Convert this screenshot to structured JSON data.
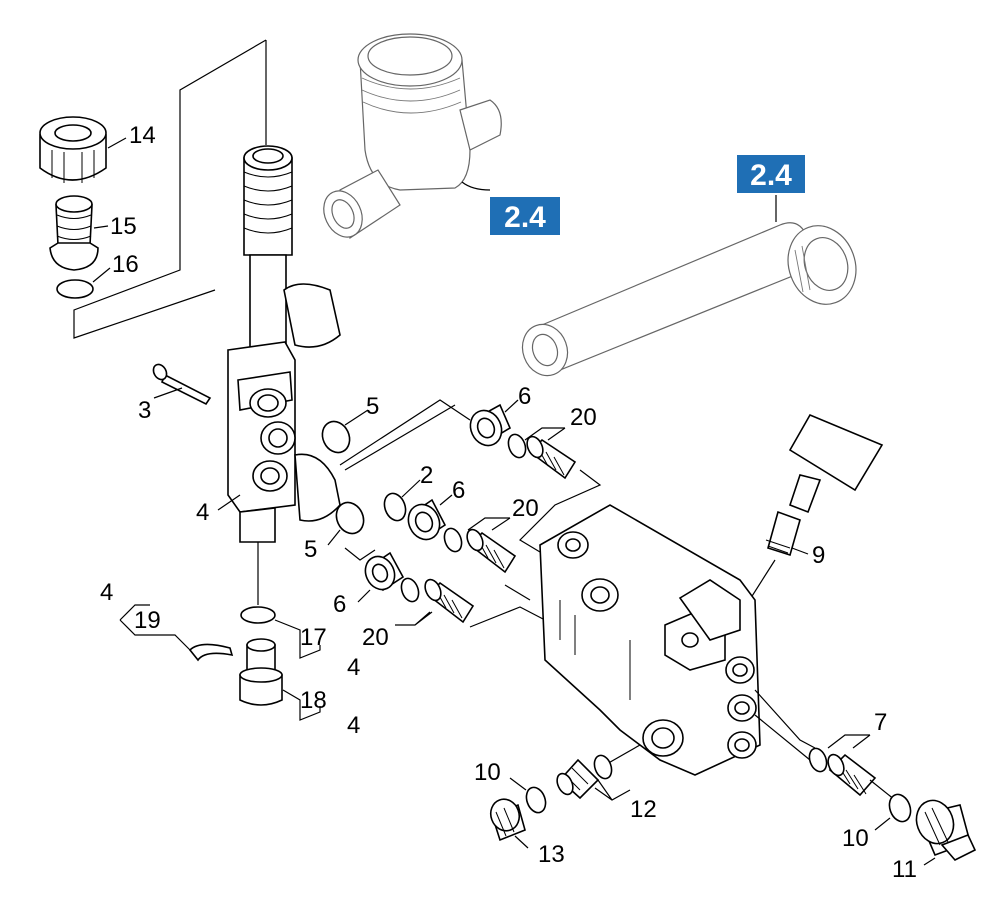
{
  "labels": {
    "l14": "14",
    "l15": "15",
    "l16": "16",
    "l3": "3",
    "l4a": "4",
    "l5a": "5",
    "l5b": "5",
    "l2": "2",
    "l6a": "6",
    "l6b": "6",
    "l6c": "6",
    "l20a": "20",
    "l20b": "20",
    "l20c": "20",
    "l9": "9",
    "l4b": "4",
    "l19": "19",
    "l17": "17",
    "l4c": "4",
    "l18": "18",
    "l4d": "4",
    "l7": "7",
    "l10a": "10",
    "l10b": "10",
    "l11": "11",
    "l12": "12",
    "l13": "13"
  },
  "badges": {
    "ref1": "2.4",
    "ref2": "2.4"
  },
  "colors": {
    "badge": "#1f6fb5",
    "line": "#000000"
  }
}
